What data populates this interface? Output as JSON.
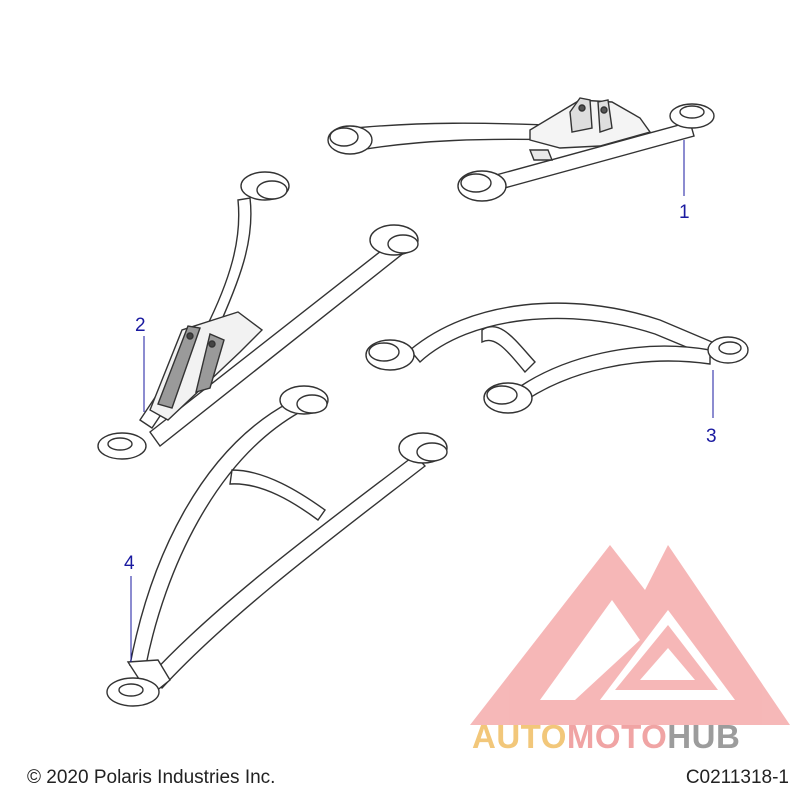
{
  "diagram": {
    "callouts": [
      {
        "id": "1",
        "label": "1"
      },
      {
        "id": "2",
        "label": "2"
      },
      {
        "id": "3",
        "label": "3"
      },
      {
        "id": "4",
        "label": "4"
      }
    ]
  },
  "footer": {
    "copyright": "© 2020 Polaris Industries Inc.",
    "drawing_code": "C0211318-1"
  },
  "watermark": {
    "text_part_1": "AUTO",
    "text_part_2": "MOTO",
    "text_part_3": "HUB",
    "colors": {
      "auto": "#f2c77a",
      "moto": "#f0a4a4",
      "hub": "#9c9c9c",
      "logo": "#f08a8a"
    }
  },
  "colors": {
    "callout": "#1a1aa0",
    "line_art": "#333333",
    "bracket_fill": "#9a9a9a"
  }
}
